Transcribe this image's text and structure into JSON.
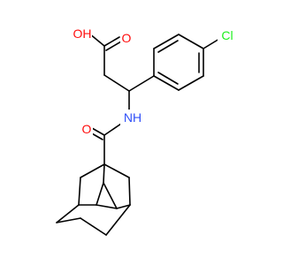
{
  "atoms": [
    {
      "id": "OH",
      "label": "OH",
      "color": "#ff0d0d"
    },
    {
      "id": "O1",
      "label": "O",
      "color": "#ff0d0d"
    },
    {
      "id": "Cl",
      "label": "Cl",
      "color": "#1ff01f"
    },
    {
      "id": "NH",
      "label": "NH",
      "color": "#3050f8"
    },
    {
      "id": "O2",
      "label": "O",
      "color": "#ff0d0d"
    }
  ],
  "colors": {
    "carbon_bond": "#000000",
    "oxygen": "#ff0d0d",
    "nitrogen": "#3050f8",
    "chlorine": "#1ff01f",
    "background": "#ffffff"
  }
}
